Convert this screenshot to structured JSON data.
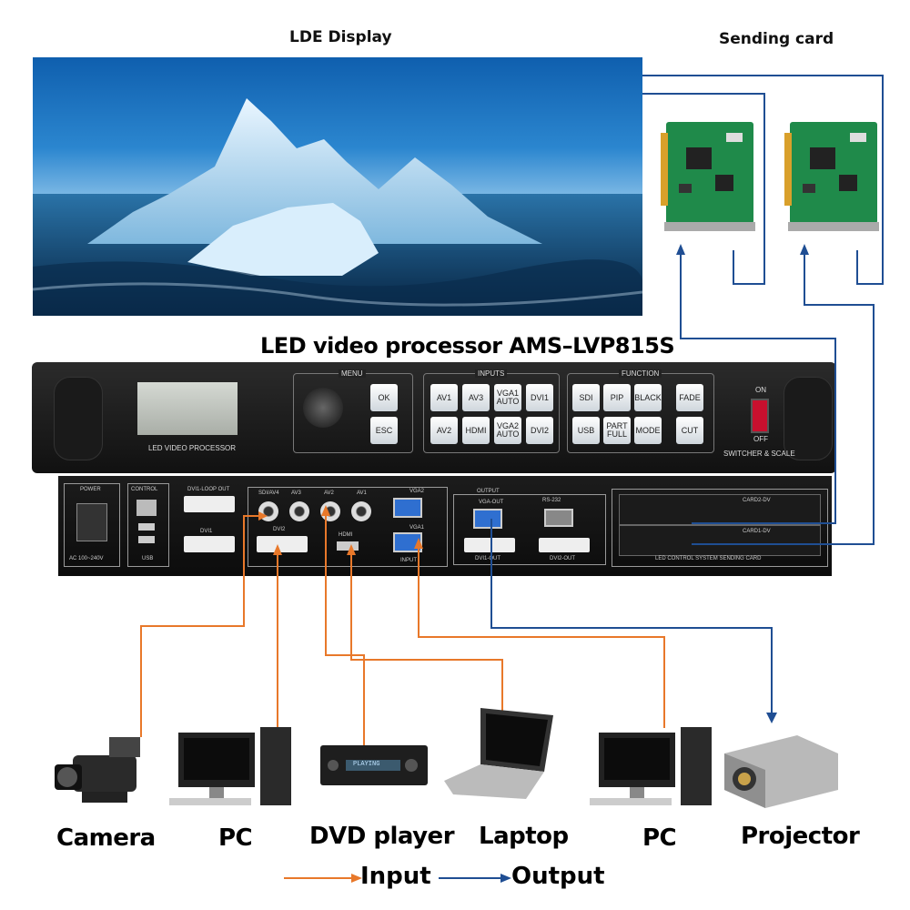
{
  "header": {
    "led_display_label": "LDE  Display",
    "sending_card_label": "Sending card",
    "product_title": "LED video processor AMS–LVP815S"
  },
  "front_panel": {
    "lcd_caption": "LED VIDEO PROCESSOR",
    "menu_label": "MENU",
    "inputs_label": "INPUTS",
    "function_label": "FUNCTION",
    "menu_buttons": [
      "OK",
      "ESC"
    ],
    "input_buttons": [
      "AV1",
      "AV3",
      "VGA1 AUTO",
      "DVI1",
      "AV2",
      "HDMI",
      "VGA2 AUTO",
      "DVI2"
    ],
    "function_buttons": [
      "SDI",
      "PIP",
      "BLACK",
      "FADE",
      "USB",
      "PART FULL",
      "MODE",
      "CUT"
    ],
    "power_on": "ON",
    "power_off": "OFF",
    "switcher_label": "SWITCHER & SCALE"
  },
  "rear_panel": {
    "power": "POWER",
    "power_rating": "AC 100~240V",
    "control": "CONTROL",
    "usb": "USB",
    "dvi1_loop_out": "DVI1-LOOP OUT",
    "dvi1": "DVI1",
    "dvi2": "DVI2",
    "sdi_av4": "SDI/AV4",
    "av3": "AV3",
    "av2": "AV2",
    "av1": "AV1",
    "hdmi": "HDMI",
    "vga2": "VGA2",
    "vga1": "VGA1",
    "input": "INPUT",
    "output": "OUTPUT",
    "vga_out": "VGA-OUT",
    "rs232": "RS-232",
    "dvi1_out": "DVI1-OUT",
    "dvi2_out": "DVI2-OUT",
    "card2": "CARD2-DV",
    "card1": "CARD1-DV",
    "sending_card_slot": "LED CONTROL SYSTEM SENDING CARD"
  },
  "devices": [
    "Camera",
    "PC",
    "DVD player",
    "Laptop",
    "PC",
    "Projector"
  ],
  "dvd_screen_text": "PLAYING",
  "legend": {
    "input": "Input",
    "output": "Output"
  },
  "colors": {
    "input_line": "#e8782a",
    "output_line": "#1f4e93"
  }
}
